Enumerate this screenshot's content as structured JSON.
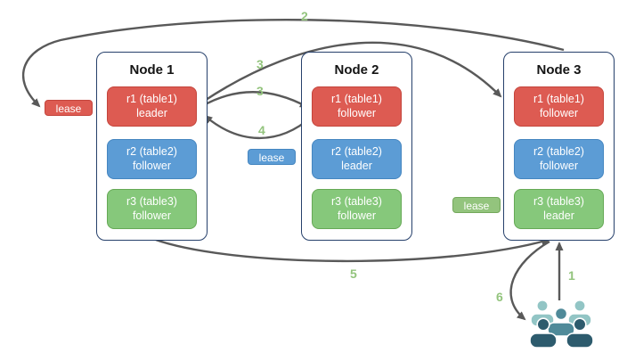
{
  "diagram": {
    "nodes": [
      {
        "title": "Node 1",
        "replicas": [
          {
            "name": "r1 (table1)",
            "role": "leader",
            "color": "#DD5B52"
          },
          {
            "name": "r2 (table2)",
            "role": "follower",
            "color": "#5C9CD5"
          },
          {
            "name": "r3 (table3)",
            "role": "follower",
            "color": "#86C87B"
          }
        ]
      },
      {
        "title": "Node 2",
        "replicas": [
          {
            "name": "r1 (table1)",
            "role": "follower",
            "color": "#DD5B52"
          },
          {
            "name": "r2 (table2)",
            "role": "leader",
            "color": "#5C9CD5"
          },
          {
            "name": "r3 (table3)",
            "role": "follower",
            "color": "#86C87B"
          }
        ]
      },
      {
        "title": "Node 3",
        "replicas": [
          {
            "name": "r1 (table1)",
            "role": "follower",
            "color": "#DD5B52"
          },
          {
            "name": "r2 (table2)",
            "role": "follower",
            "color": "#5C9CD5"
          },
          {
            "name": "r3 (table3)",
            "role": "leader",
            "color": "#86C87B"
          }
        ]
      }
    ],
    "leases": [
      {
        "label": "lease",
        "color": "#DD5B52"
      },
      {
        "label": "lease",
        "color": "#5C9CD5"
      },
      {
        "label": "lease",
        "color": "#93C47D"
      }
    ],
    "step_labels": [
      {
        "value": "2"
      },
      {
        "value": "3"
      },
      {
        "value": "3"
      },
      {
        "value": "4"
      },
      {
        "value": "5"
      },
      {
        "value": "6"
      },
      {
        "value": "1"
      }
    ],
    "icons": {
      "people_group": "people-group-icon"
    },
    "colors": {
      "arrow": "#595959",
      "step_number": "#93C47D",
      "node_border": "#26406B",
      "people_light": "#92C5C5",
      "people_mid": "#4F8A99",
      "people_dark": "#2D5B6D"
    }
  }
}
